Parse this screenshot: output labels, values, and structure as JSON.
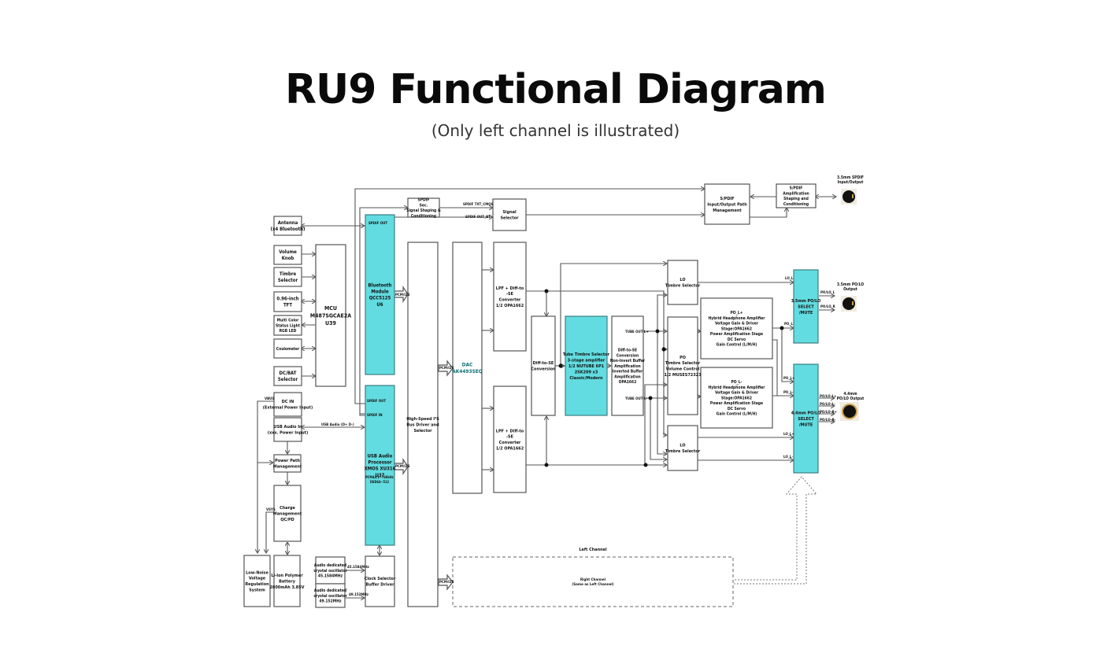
{
  "header": {
    "title": "RU9 Functional Diagram",
    "subtitle": "(Only left channel is illustrated)"
  },
  "blocks": {
    "antenna": [
      "Antenna",
      "(x4 Bluetooth)"
    ],
    "volume_knob": [
      "Volume",
      "Knob"
    ],
    "timbre_selector_input": [
      "Timbre",
      "Selector"
    ],
    "tft": [
      "0.96-inch",
      "TFT"
    ],
    "status_light": [
      "Multi Color",
      "Status Light",
      "RGB LED"
    ],
    "coulometer": [
      "Coulometer"
    ],
    "dc_bat_selector": [
      "DC/BAT",
      "Selector"
    ],
    "mcu": [
      "MCU",
      "M487SGCAE2A",
      "U39"
    ],
    "dc_in": [
      "DC IN",
      "(External Power Input)"
    ],
    "usb_audio_in": [
      "USB Audio In",
      "(xxx. Power Input)"
    ],
    "power_path": [
      "Power Path",
      "Management"
    ],
    "charge_mgmt": [
      "Charge",
      "Management",
      "QC/PD"
    ],
    "low_noise_reg": [
      "Low-Noise",
      "Voltage",
      "Regulation",
      "System"
    ],
    "battery": [
      "Li-Ion Polymer",
      "Battery",
      "2800mAh 3.85V"
    ],
    "osc1": [
      "Audio dedicated",
      "crystal oscillator",
      "45.1584MHz"
    ],
    "osc2": [
      "Audio dedicated",
      "crystal oscillator",
      "49.152MHz"
    ],
    "clock_selector": [
      "Clock Selector",
      "Buffer Driver"
    ],
    "bluetooth": [
      "Bluetooth",
      "Module",
      "QCC5125",
      "U6"
    ],
    "usb_processor": [
      "USB Audio",
      "Processor",
      "XMOS XU316",
      "U37"
    ],
    "usb_processor_spec": [
      "PCM44.1~768kHz",
      "DSD64~512"
    ],
    "spdif_conditioning": [
      "SPDIF",
      "Sec.",
      "Signal Shaping &",
      "Conditioning"
    ],
    "signal_selector": [
      "Signal",
      "Selector"
    ],
    "i2s_bus": [
      "High-Speed I²S",
      "Bus Driver and",
      "Selector"
    ],
    "dac": [
      "DAC",
      "AK4493SEQ"
    ],
    "lpf_top": [
      "LPF + Diff-to",
      "-SE",
      "Converter",
      "1/2 OPA1662"
    ],
    "lpf_bottom": [
      "LPF + Diff-to",
      "-SE",
      "Converter",
      "1/2 OPA1662"
    ],
    "diff_se": [
      "Diff-to-SE",
      "Conversion"
    ],
    "tube_timbre": [
      "Tube Timbre Selector",
      "3-stage amplifier",
      "1/2 NUTUBE 6P1",
      "2SK209 x3",
      "Classic/Modern"
    ],
    "tube_buffer": [
      "Diff-to-SE",
      "Conversion",
      "Non-Invert Buffer",
      "Amplification",
      "Inverted Buffer",
      "Amplification",
      "OPA1662"
    ],
    "lo_timbre_top": [
      "LO",
      "Timbre Selector"
    ],
    "po_timbre": [
      "PO",
      "Timbre Selector",
      "Volume Control",
      "1/2 MUSES72323"
    ],
    "lo_timbre_bottom": [
      "LO",
      "Timbre Selector"
    ],
    "po_l_plus": [
      "PO_L+",
      "Hybrid Headphone Amplifier",
      "Voltage Gain & Driver",
      "Stage:OPA1662",
      "Power Amplification Stage",
      "DC Servo",
      "Gain Control (L/M/H)"
    ],
    "po_l_minus": [
      "PO_L-",
      "Hybrid Headphone Amplifier",
      "Voltage Gain & Driver",
      "Stage:OPA1662",
      "Power Amplification Stage",
      "DC Servo",
      "Gain Control (L/M/H)"
    ],
    "spdif_path": [
      "S/PDIF",
      "Input/Output Path",
      "Management"
    ],
    "spdif_amp": [
      "S/PDIF",
      "Amplification",
      "Shaping and",
      "Conditioning"
    ],
    "sel_35": [
      "3.5mm PO/LO",
      "SELECT",
      "/MUTE"
    ],
    "sel_44": [
      "4.4mm PO/LO",
      "SELECT",
      "/MUTE"
    ],
    "right_channel": [
      "Right Channel",
      "(Same as Left Channel)"
    ]
  },
  "jacks": {
    "spdif": [
      "3.5mm SPDIF",
      "Input/Output"
    ],
    "out_35": [
      "3.5mm PO/LO",
      "Output"
    ],
    "out_44": [
      "4.4mm",
      "PO/LO Output"
    ]
  },
  "labels": {
    "spdif_out": "SPDIF OUT",
    "spdif_in": "SPDIF IN",
    "spdif_out2": "SPDIF OUT",
    "spdif_txt": "SPDIF TXT_CMOS",
    "spdif_out_bt": "SPDIF OUT_BT",
    "usb_audio_bus": "USB Audio (D+ D-)",
    "vbus": "VBUS",
    "vsys": "VSYS",
    "clk1": "45.1584MHz",
    "clk2": "49.152MHz",
    "pcm_i2s_1": "PCM/I2S",
    "pcm_i2s_2": "PCM/I2S",
    "pcm_i2s_3": "PCM/I2S",
    "pcm_i2s_4": "PCM/I2S",
    "tube_out_plus": "TUBE OUT L+",
    "tube_out_minus": "TUBE OUT L-",
    "lo_l": "LO_L",
    "po_l": "PO_L",
    "po_l_plus": "PO_L+",
    "po_l_minus": "PO_L-",
    "lo_l_plus": "LO_L+",
    "lo_l_minus": "LO_L-",
    "posl_l": "PO/LO_L",
    "posl_r": "PO/LO_R",
    "bal_l_plus": "PO/LO_L+",
    "bal_l_minus": "PO/LO_L-",
    "bal_r_plus": "PO/LO_R+",
    "bal_r_minus": "PO/LO_R-",
    "left_channel": "Left Channel"
  },
  "colors": {
    "accent_block": "#62dce0",
    "dac_text": "#0d6f74"
  }
}
